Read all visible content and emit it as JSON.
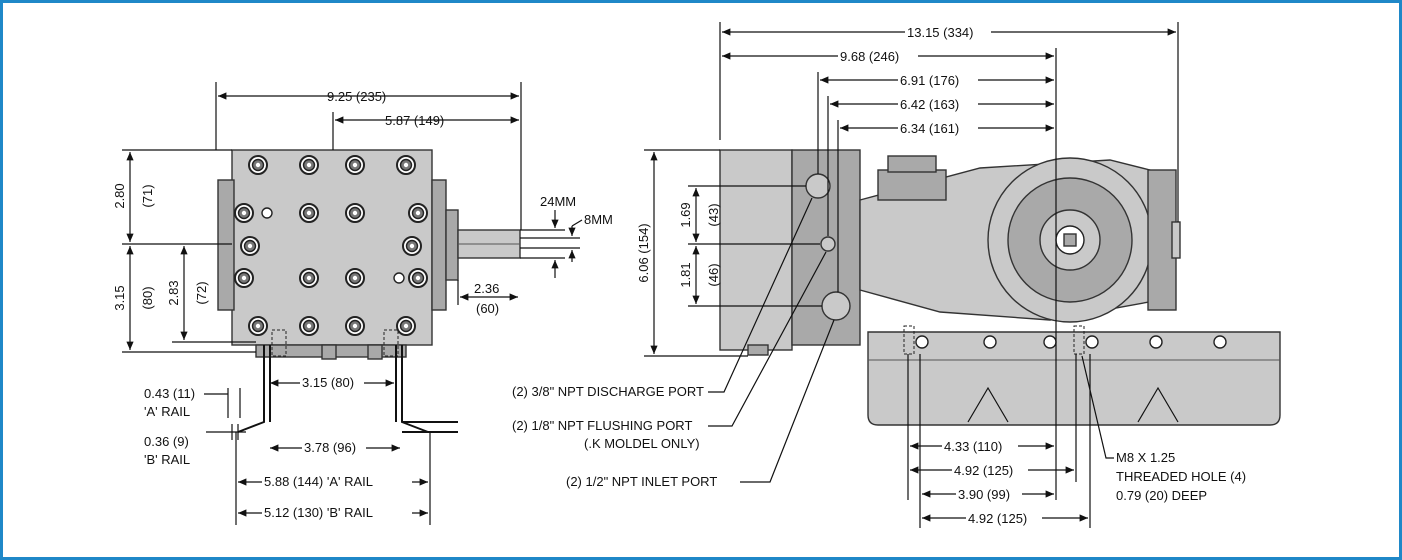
{
  "front_view": {
    "overall_width": "9.25 (235)",
    "shaft_offset": "5.87 (149)",
    "top_to_center": "2.80",
    "top_to_center_mm": "(71)",
    "center_to_base": "3.15",
    "center_to_base_mm": "(80)",
    "center_to_foot": "2.83",
    "center_to_foot_mm": "(72)",
    "key_24": "24MM",
    "key_8": "8MM",
    "shaft_len": "2.36",
    "shaft_len_mm": "(60)",
    "rail_inner": "3.15 (80)",
    "rail_a": "0.43 (11)",
    "rail_a_label": "'A' RAIL",
    "rail_b": "0.36 (9)",
    "rail_b_label": "'B' RAIL",
    "rail_base": "3.78 (96)",
    "rail_a_width": "5.88 (144) 'A' RAIL",
    "rail_b_width": "5.12 (130) 'B' RAIL"
  },
  "side_view": {
    "overall": "13.15 (334)",
    "d1": "9.68 (246)",
    "d2": "6.91 (176)",
    "d3": "6.42 (163)",
    "d4": "6.34 (161)",
    "height": "6.06 (154)",
    "port_up": "1.69",
    "port_up_mm": "(43)",
    "port_down": "1.81",
    "port_down_mm": "(46)",
    "discharge": "(2) 3/8\" NPT DISCHARGE PORT",
    "flushing": "(2) 1/8\" NPT FLUSHING PORT",
    "flushing_note": "(.K MOLDEL ONLY)",
    "inlet": "(2) 1/2\" NPT INLET PORT",
    "b1": "4.33 (110)",
    "b2": "4.92 (125)",
    "b3": "3.90 (99)",
    "b4": "4.92 (125)",
    "thread_1": "M8 X 1.25",
    "thread_2": "THREADED HOLE (4)",
    "thread_3": "0.79 (20) DEEP"
  }
}
